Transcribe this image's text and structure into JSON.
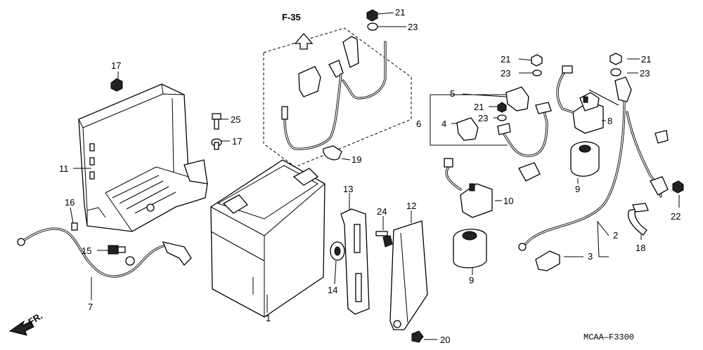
{
  "diagram": {
    "drawing_code": "MCAA—F3300",
    "section_ref": "F-35",
    "front_marker": "FR.",
    "callouts": [
      {
        "id": "c1",
        "text": "1"
      },
      {
        "id": "c2",
        "text": "2"
      },
      {
        "id": "c3",
        "text": "3"
      },
      {
        "id": "c4",
        "text": "4"
      },
      {
        "id": "c5",
        "text": "5"
      },
      {
        "id": "c6",
        "text": "6"
      },
      {
        "id": "c7",
        "text": "7"
      },
      {
        "id": "c8",
        "text": "8"
      },
      {
        "id": "c9a",
        "text": "9"
      },
      {
        "id": "c9b",
        "text": "9"
      },
      {
        "id": "c10",
        "text": "10"
      },
      {
        "id": "c11",
        "text": "11"
      },
      {
        "id": "c12",
        "text": "12"
      },
      {
        "id": "c13",
        "text": "13"
      },
      {
        "id": "c14",
        "text": "14"
      },
      {
        "id": "c15",
        "text": "15"
      },
      {
        "id": "c16",
        "text": "16"
      },
      {
        "id": "c17a",
        "text": "17"
      },
      {
        "id": "c17b",
        "text": "17"
      },
      {
        "id": "c18",
        "text": "18"
      },
      {
        "id": "c19",
        "text": "19"
      },
      {
        "id": "c20",
        "text": "20"
      },
      {
        "id": "c21a",
        "text": "21"
      },
      {
        "id": "c21b",
        "text": "21"
      },
      {
        "id": "c21c",
        "text": "21"
      },
      {
        "id": "c21d",
        "text": "21"
      },
      {
        "id": "c22",
        "text": "22"
      },
      {
        "id": "c23a",
        "text": "23"
      },
      {
        "id": "c23b",
        "text": "23"
      },
      {
        "id": "c23c",
        "text": "23"
      },
      {
        "id": "c23d",
        "text": "23"
      },
      {
        "id": "c24",
        "text": "24"
      },
      {
        "id": "c25",
        "text": "25"
      }
    ]
  }
}
